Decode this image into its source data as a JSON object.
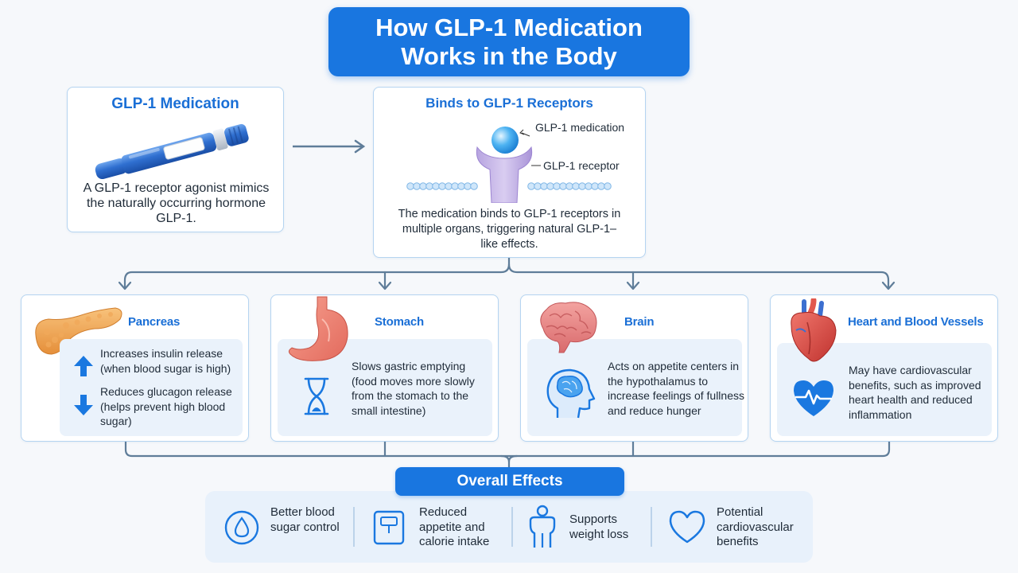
{
  "title": "How GLP-1 Medication Works in the Body",
  "medication": {
    "title": "GLP-1 Medication",
    "description": "A GLP-1 receptor agonist mimics the naturally occurring hormone GLP-1."
  },
  "receptor": {
    "title": "Binds to GLP-1 Receptors",
    "label_medication": "GLP-1 medication",
    "label_receptor": "GLP-1 receptor",
    "description": "The medication binds to GLP-1 receptors in multiple organs, triggering natural GLP-1–like effects."
  },
  "organs": [
    {
      "title": "Pancreas",
      "points": [
        {
          "arrow": "up",
          "text": "Increases insulin release (when blood sugar is high)"
        },
        {
          "arrow": "down",
          "text": "Reduces glucagon release (helps prevent high blood sugar)"
        }
      ]
    },
    {
      "title": "Stomach",
      "text": "Slows gastric emptying (food moves more slowly from the stomach to the small intestine)"
    },
    {
      "title": "Brain",
      "text": "Acts on appetite centers in the hypothalamus to increase feelings of fullness and reduce hunger"
    },
    {
      "title": "Heart and Blood Vessels",
      "text": "May have cardiovascular benefits, such as improved heart health and reduced inflammation"
    }
  ],
  "overall": {
    "label": "Overall Effects",
    "items": [
      {
        "icon": "blood-drop-icon",
        "text": "Better blood sugar control"
      },
      {
        "icon": "scale-icon",
        "text": "Reduced appetite and calorie intake"
      },
      {
        "icon": "person-icon",
        "text": "Supports weight loss"
      },
      {
        "icon": "heart-outline-icon",
        "text": "Potential cardiovascular benefits"
      }
    ]
  },
  "colors": {
    "accent": "#1976e0",
    "title_text": "#1a6fd6",
    "card_border": "#b5d4f1",
    "inner_panel": "#eaf2fb",
    "connector": "#5f7d99"
  }
}
